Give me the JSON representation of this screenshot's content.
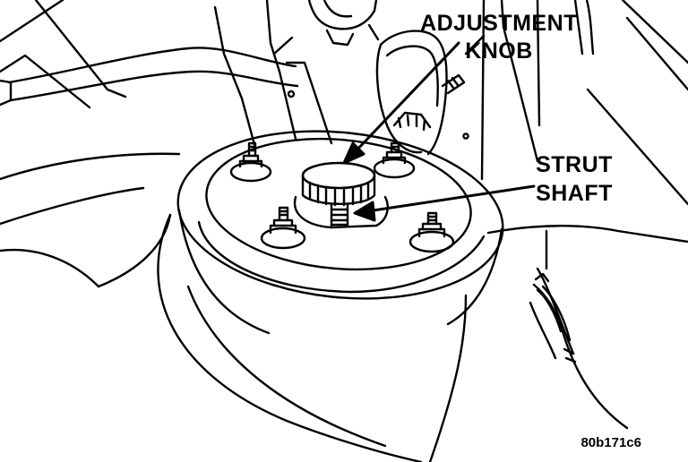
{
  "labels": {
    "adjustment_knob": [
      "ADJUSTMENT",
      "KNOB"
    ],
    "strut_shaft": [
      "STRUT",
      "SHAFT"
    ]
  },
  "figure_id": "80b171c6",
  "colors": {
    "ink": "#000000",
    "paper": "#ffffff"
  }
}
